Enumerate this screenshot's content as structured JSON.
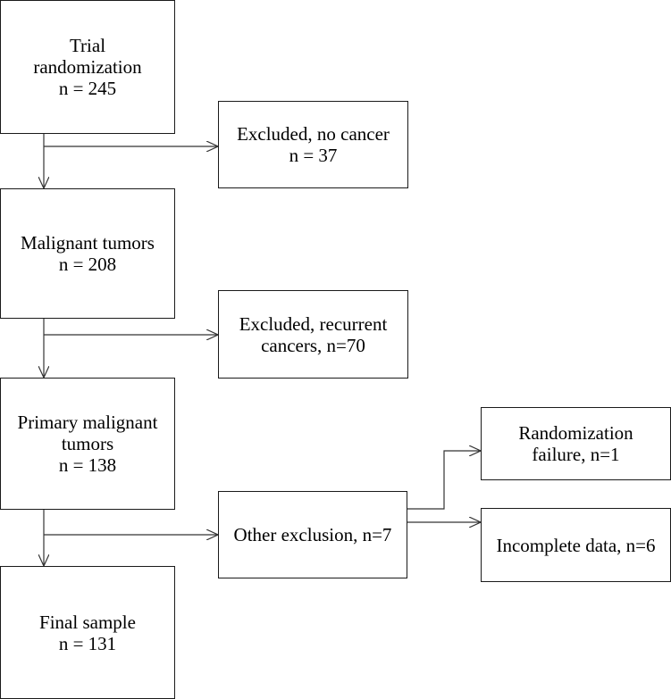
{
  "flowchart": {
    "nodes": [
      {
        "id": "trial",
        "lines": [
          "Trial",
          "randomization",
          "n = 245"
        ]
      },
      {
        "id": "excluded-no-cancer",
        "lines": [
          "Excluded, no cancer",
          "n = 37"
        ]
      },
      {
        "id": "malignant",
        "lines": [
          "Malignant tumors",
          "n = 208"
        ]
      },
      {
        "id": "excluded-recurrent",
        "lines": [
          "Excluded, recurrent",
          "cancers, n=70"
        ]
      },
      {
        "id": "primary-malignant",
        "lines": [
          "Primary malignant",
          "tumors",
          "n = 138"
        ]
      },
      {
        "id": "other-exclusion",
        "lines": [
          "Other exclusion, n=7"
        ]
      },
      {
        "id": "randomization-failure",
        "lines": [
          "Randomization",
          "failure, n=1"
        ]
      },
      {
        "id": "incomplete-data",
        "lines": [
          "Incomplete data, n=6"
        ]
      },
      {
        "id": "final-sample",
        "lines": [
          "Final sample",
          "n = 131"
        ]
      }
    ],
    "edges": [
      {
        "from": "trial",
        "to": "malignant"
      },
      {
        "from": "trial",
        "to": "excluded-no-cancer"
      },
      {
        "from": "malignant",
        "to": "primary-malignant"
      },
      {
        "from": "malignant",
        "to": "excluded-recurrent"
      },
      {
        "from": "primary-malignant",
        "to": "final-sample"
      },
      {
        "from": "primary-malignant",
        "to": "other-exclusion"
      },
      {
        "from": "other-exclusion",
        "to": "randomization-failure"
      },
      {
        "from": "other-exclusion",
        "to": "incomplete-data"
      }
    ]
  }
}
